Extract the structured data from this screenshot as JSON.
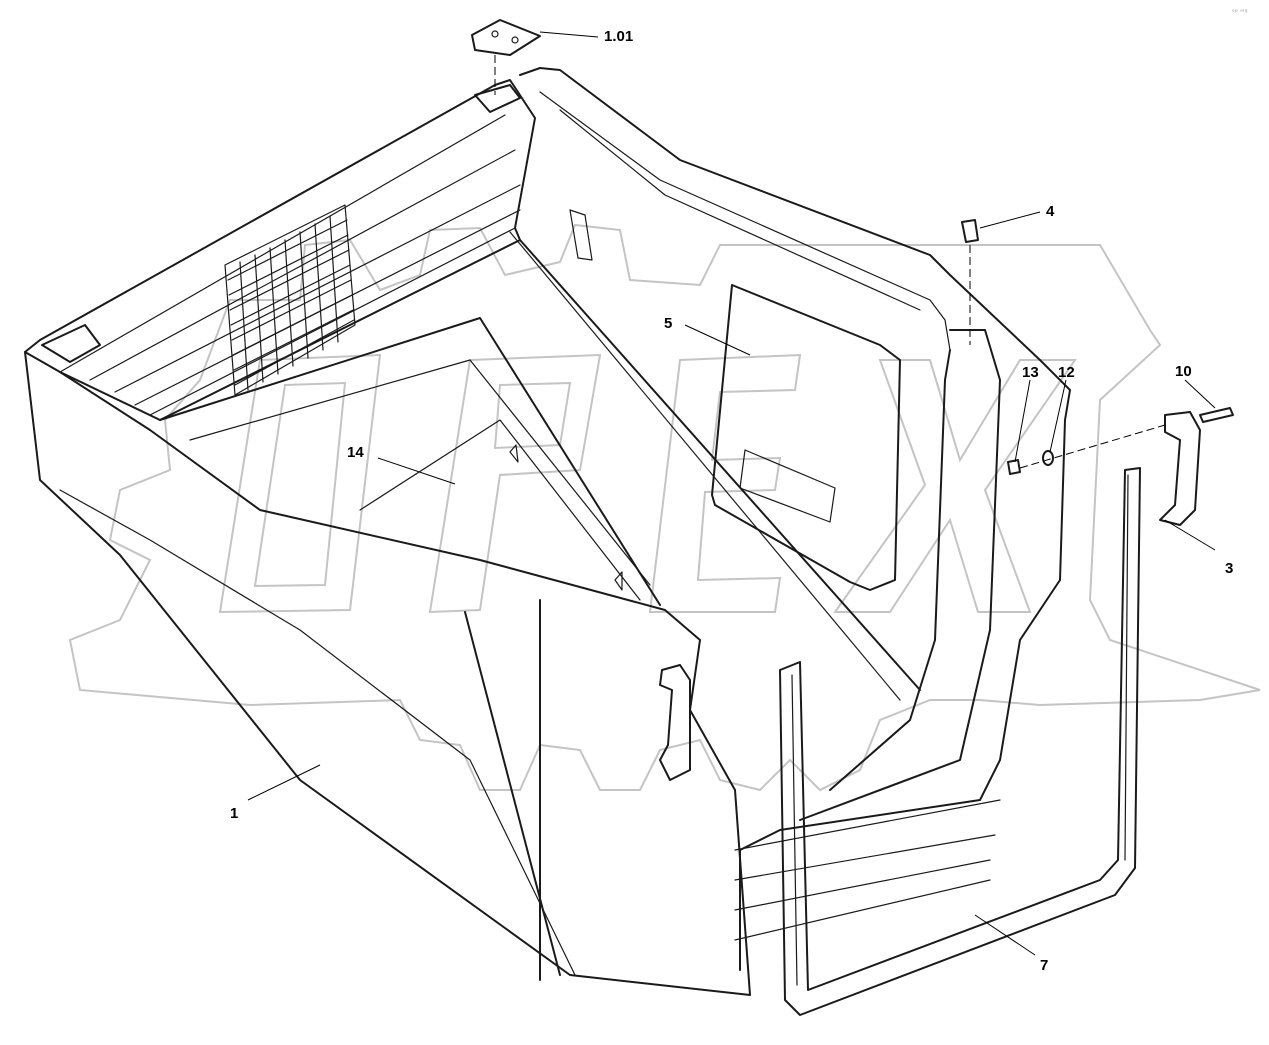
{
  "corner_mark": "ᵉᵖ ᵃʳᵍ",
  "watermark": {
    "text": "OPEX",
    "color": "#c4c4c4"
  },
  "callouts": [
    {
      "id": "1.01",
      "label": "1.01"
    },
    {
      "id": "4",
      "label": "4"
    },
    {
      "id": "5",
      "label": "5"
    },
    {
      "id": "13",
      "label": "13"
    },
    {
      "id": "12",
      "label": "12"
    },
    {
      "id": "10",
      "label": "10"
    },
    {
      "id": "3",
      "label": "3"
    },
    {
      "id": "14",
      "label": "14"
    },
    {
      "id": "1",
      "label": "1"
    },
    {
      "id": "7",
      "label": "7"
    }
  ],
  "colors": {
    "line": "#1a1a1a",
    "background": "#ffffff"
  }
}
